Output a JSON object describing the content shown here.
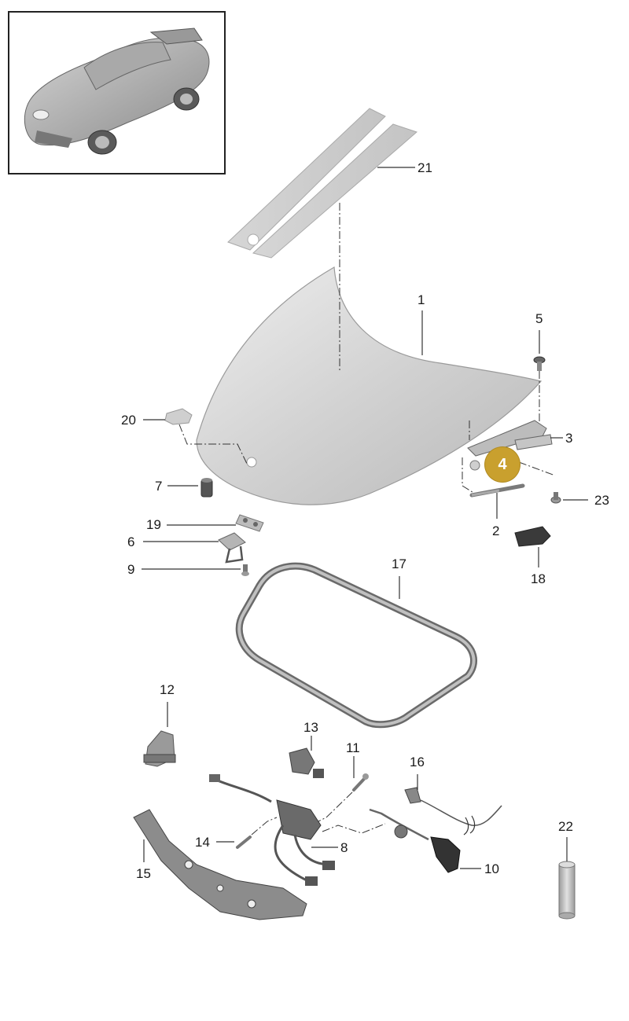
{
  "callouts": [
    {
      "id": "1",
      "label": "1"
    },
    {
      "id": "2",
      "label": "2"
    },
    {
      "id": "3",
      "label": "3"
    },
    {
      "id": "4",
      "label": "4"
    },
    {
      "id": "5",
      "label": "5"
    },
    {
      "id": "6",
      "label": "6"
    },
    {
      "id": "7",
      "label": "7"
    },
    {
      "id": "8",
      "label": "8"
    },
    {
      "id": "9",
      "label": "9"
    },
    {
      "id": "10",
      "label": "10"
    },
    {
      "id": "11",
      "label": "11"
    },
    {
      "id": "12",
      "label": "12"
    },
    {
      "id": "13",
      "label": "13"
    },
    {
      "id": "14",
      "label": "14"
    },
    {
      "id": "15",
      "label": "15"
    },
    {
      "id": "16",
      "label": "16"
    },
    {
      "id": "17",
      "label": "17"
    },
    {
      "id": "18",
      "label": "18"
    },
    {
      "id": "19",
      "label": "19"
    },
    {
      "id": "20",
      "label": "20"
    },
    {
      "id": "21",
      "label": "21"
    },
    {
      "id": "22",
      "label": "22"
    },
    {
      "id": "23",
      "label": "23"
    }
  ],
  "highlighted_callout": "4",
  "colors": {
    "highlight": "#c9a02e",
    "part_fill": "#c8c8c8",
    "part_dark": "#555555",
    "line": "#333333"
  }
}
